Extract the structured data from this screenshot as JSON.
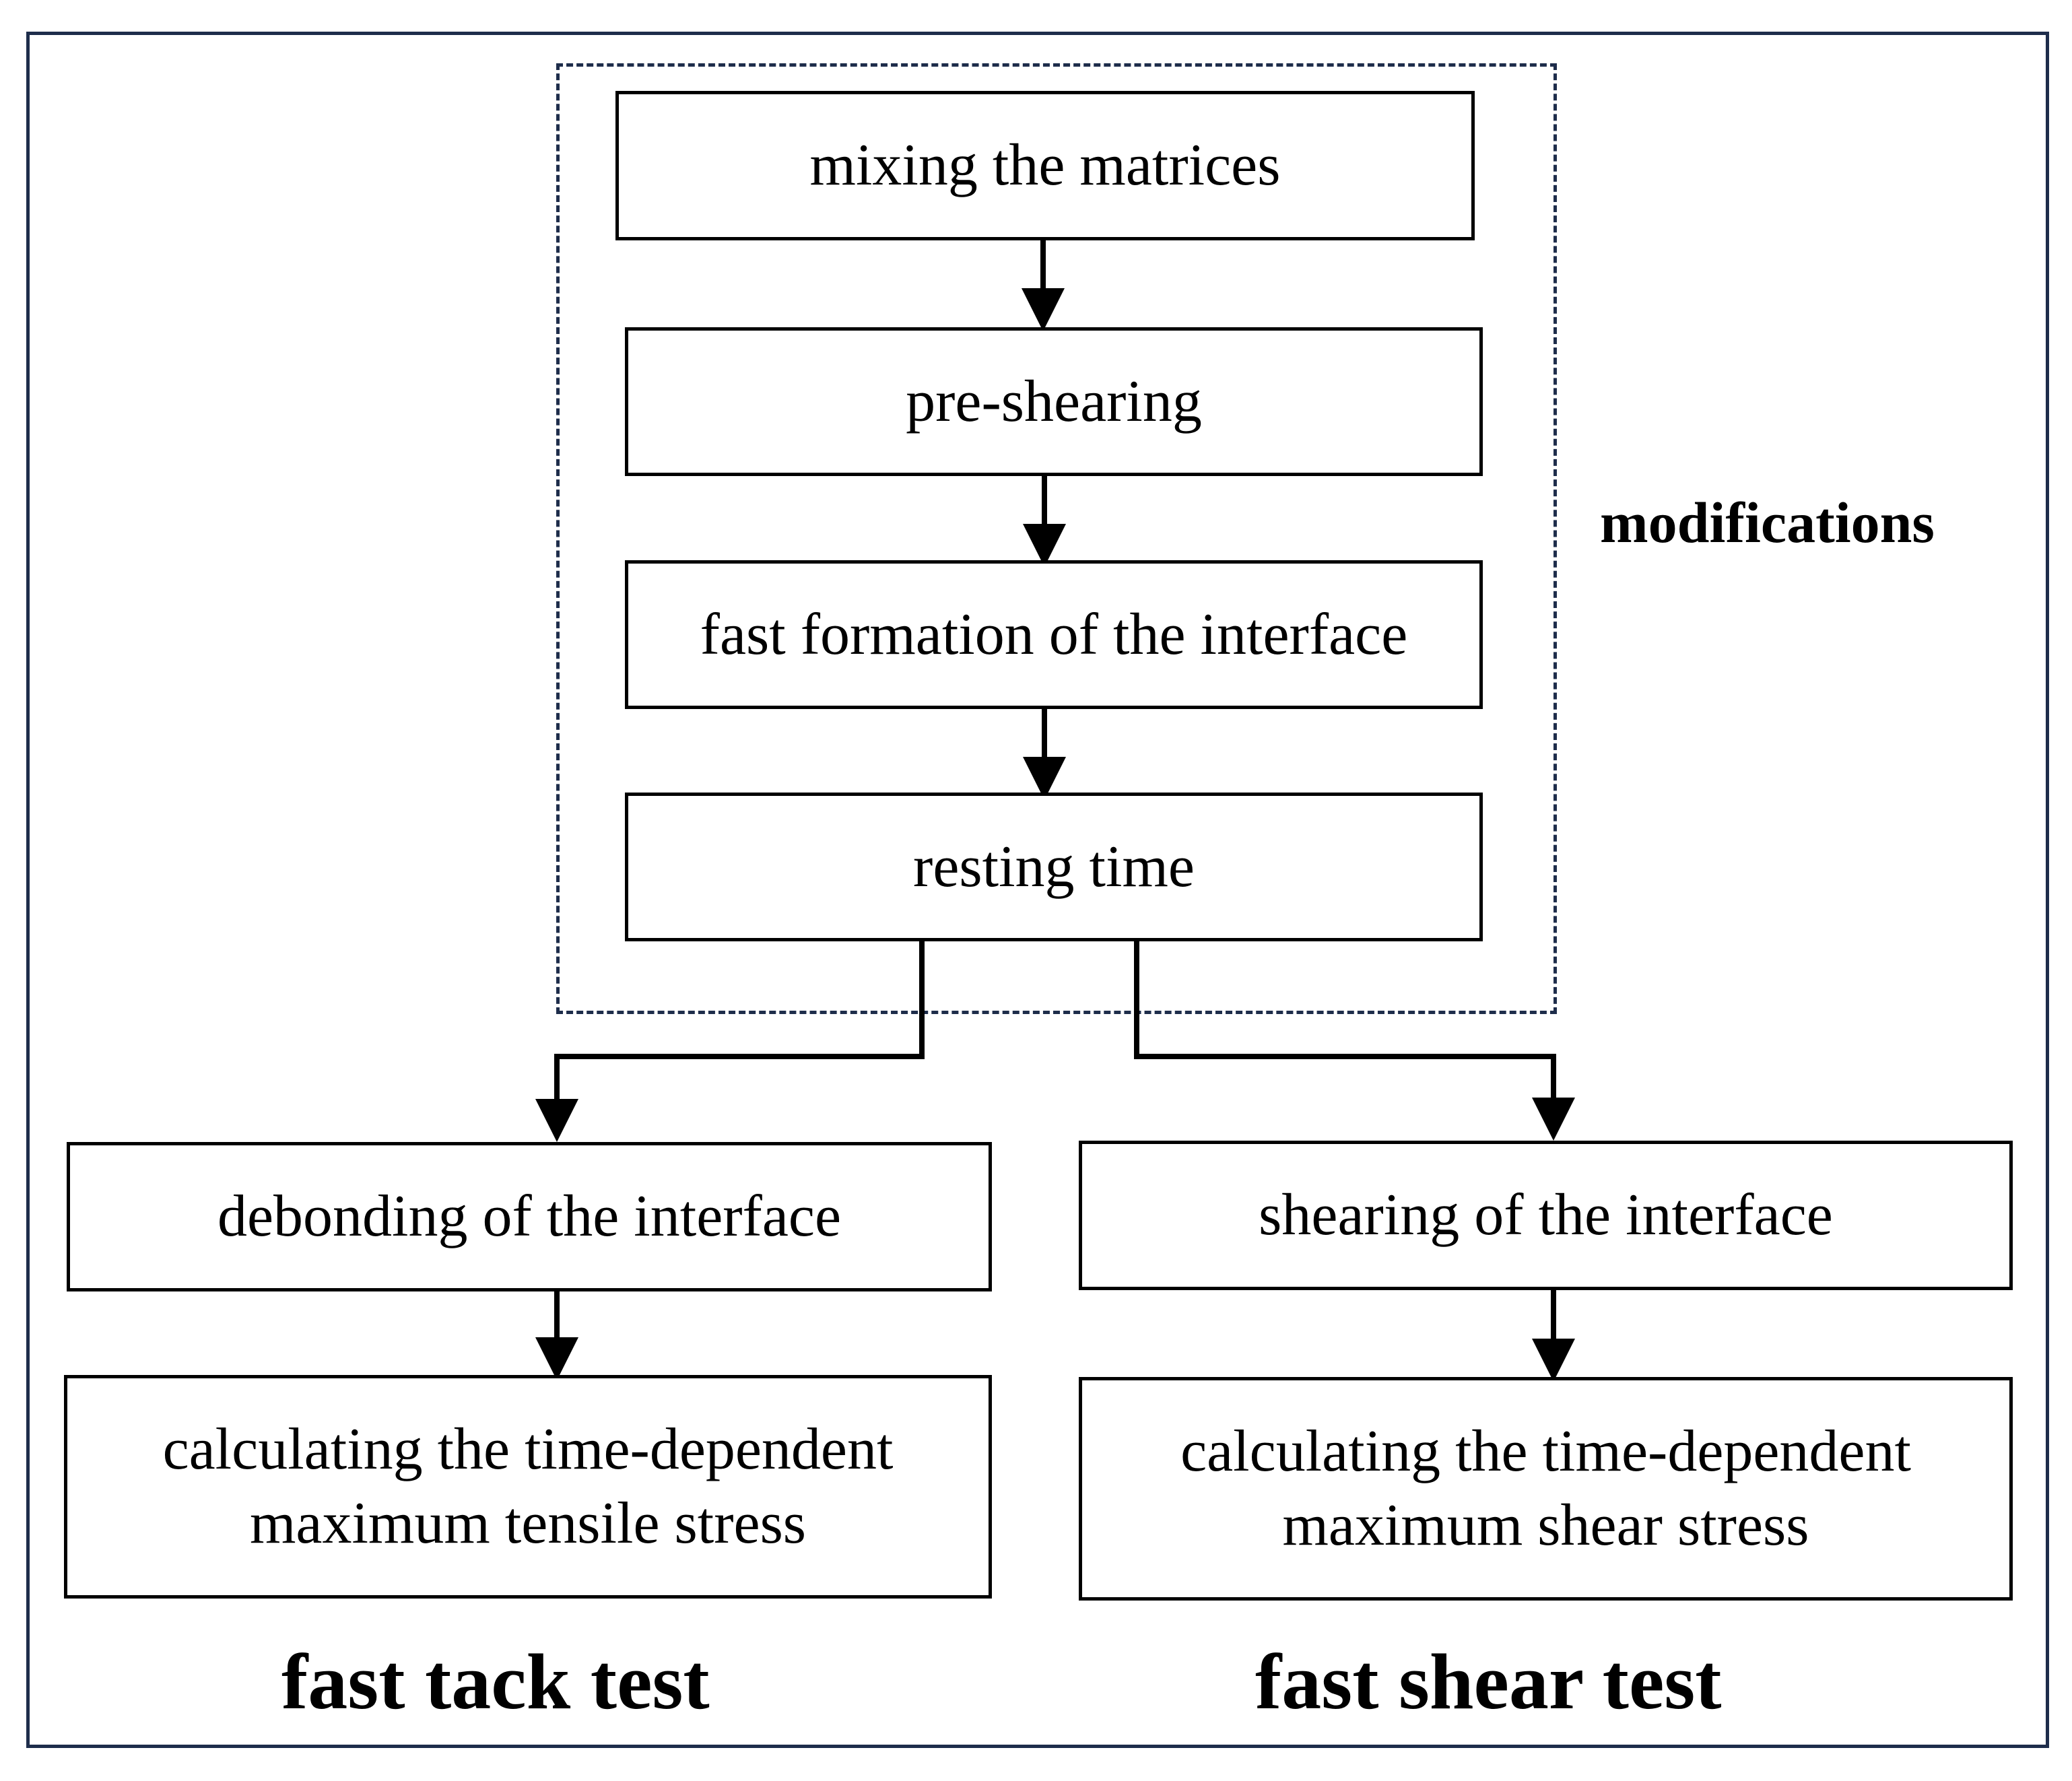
{
  "steps": {
    "mixing": "mixing the matrices",
    "preshearing": "pre-shearing",
    "formation": "fast formation of the interface",
    "resting": "resting time"
  },
  "modifications_label": "modifications",
  "tack": {
    "step": "debonding of the interface",
    "calc_line1": "calculating the time-dependent",
    "calc_line2": "maximum tensile stress",
    "title": "fast tack test"
  },
  "shear": {
    "step": "shearing of the interface",
    "calc_line1": "calculating the time-dependent",
    "calc_line2": "maximum shear stress",
    "title": "fast shear test"
  }
}
